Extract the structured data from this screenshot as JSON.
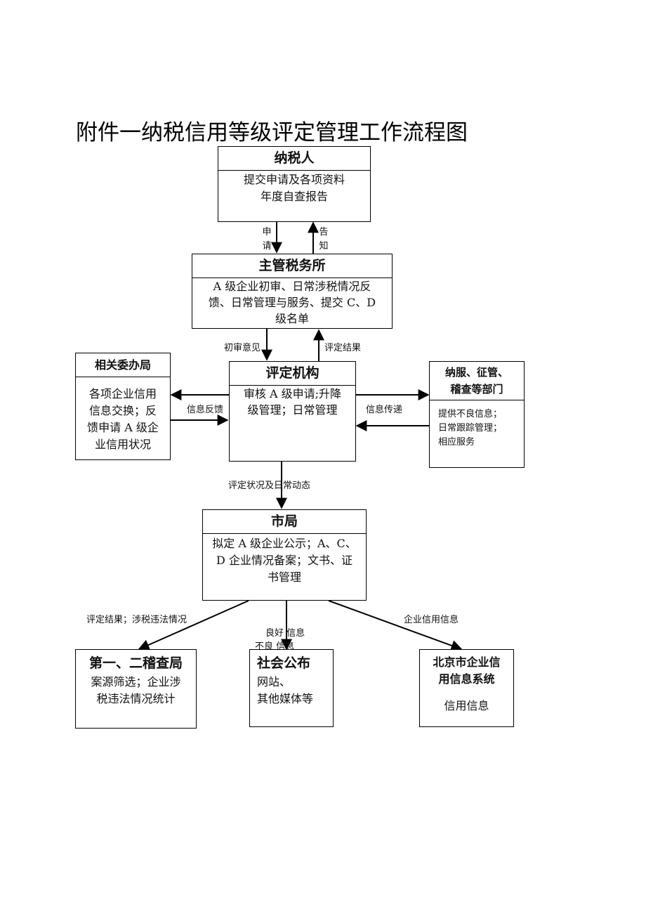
{
  "title": "附件一纳税信用等级评定管理工作流程图",
  "nodes": {
    "taxpayer": {
      "head": "纳税人",
      "lines": [
        "提交申请及各项资料",
        "年度自查报告"
      ]
    },
    "tax_office": {
      "head": "主管税务所",
      "lines": [
        "A 级企业初审、日常涉税情况反",
        "馈、日常管理与服务、提交 C、D",
        "级名单"
      ]
    },
    "committee": {
      "head": "相关委办局",
      "lines": [
        "各项企业信用",
        "信息交换；反",
        "馈申请 A 级企",
        "业信用状况"
      ]
    },
    "rating_org": {
      "head": "评定机构",
      "lines": [
        "审核 A 级申请;升降",
        "级管理；日常管理"
      ]
    },
    "departments": {
      "head_lines": [
        "纳服、征管、",
        "稽查等部门"
      ],
      "lines": [
        "提供不良信息；",
        "日常跟踪管理；",
        "相应服务"
      ]
    },
    "city_bureau": {
      "head": "市局",
      "lines": [
        "拟定 A 级企业公示；A、C、",
        "D 企业情况备案；文书、证",
        "书管理"
      ]
    },
    "inspection": {
      "head": "第一、二稽查局",
      "lines": [
        "案源筛选；企业涉",
        "税违法情况统计"
      ]
    },
    "public": {
      "head": "社会公布",
      "lines": [
        "网站、",
        "其他媒体等"
      ]
    },
    "credit_system": {
      "head_lines": [
        "北京市企业信",
        "用信息系统"
      ],
      "lines": [
        "信用信息"
      ]
    }
  },
  "edge_labels": {
    "apply": [
      "申",
      "请"
    ],
    "notify": [
      "告",
      "知"
    ],
    "prelim_opinion": "初审意见",
    "rating_result": "评定结果",
    "info_feedback": "信息反馈",
    "info_transfer": "信息传递",
    "status_dynamics": "评定状况及日常动态",
    "result_violations": "评定结果；涉税违法情况",
    "good_info": "良好  信息",
    "bad_info": "不良  信息",
    "enterprise_credit": "企业信用信息"
  }
}
